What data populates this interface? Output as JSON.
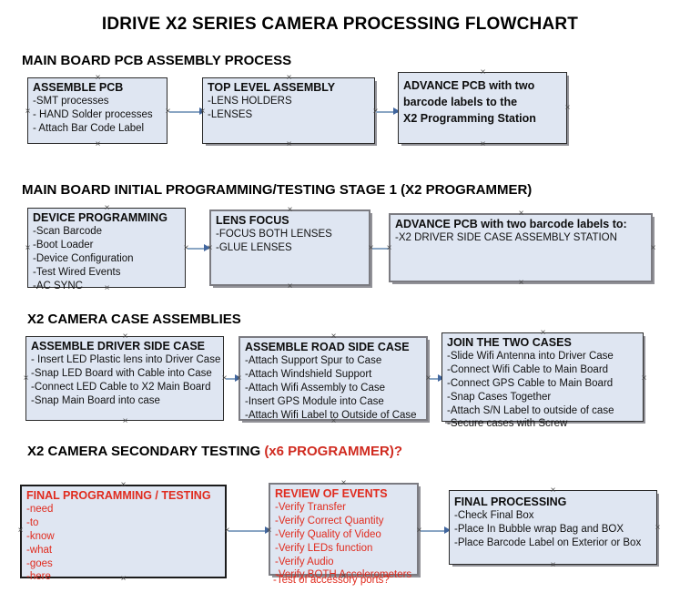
{
  "document": {
    "title": "IDRIVE X2  SERIES CAMERA PROCESSING FLOWCHART"
  },
  "sections": [
    {
      "id": "main-board-pcb-assembly",
      "heading": "MAIN BOARD PCB ASSEMBLY PROCESS",
      "heading_accent": "",
      "nodes": [
        {
          "id": "assemble-pcb",
          "title": "ASSEMBLE PCB",
          "lines": [
            "-SMT processes",
            "- HAND Solder processes",
            "- Attach Bar Code Label"
          ]
        },
        {
          "id": "top-level-assembly",
          "title": "TOP LEVEL ASSEMBLY",
          "lines": [
            "-LENS HOLDERS",
            "-LENSES"
          ]
        },
        {
          "id": "advance-pcb-programming-station",
          "title": "ADVANCE PCB with two\nbarcode labels to the\n X2 Programming Station",
          "lines": []
        }
      ]
    },
    {
      "id": "main-board-initial-programming",
      "heading": "MAIN BOARD INITIAL PROGRAMMING/TESTING STAGE 1 (X2 PROGRAMMER)",
      "heading_accent": "",
      "nodes": [
        {
          "id": "device-programming",
          "title": "DEVICE PROGRAMMING",
          "lines": [
            "-Scan Barcode",
            "-Boot Loader",
            "-Device Configuration",
            "-Test Wired Events",
            "-AC SYNC"
          ]
        },
        {
          "id": "lens-focus",
          "title": "LENS FOCUS",
          "lines": [
            "-FOCUS BOTH LENSES",
            "-GLUE LENSES"
          ]
        },
        {
          "id": "advance-pcb-driver-side",
          "title": "ADVANCE PCB with two barcode labels to:",
          "lines": [
            "-X2 DRIVER  SIDE  CASE  ASSEMBLY STATION"
          ]
        }
      ]
    },
    {
      "id": "x2-camera-case-assemblies",
      "heading": "X2 CAMERA CASE ASSEMBLIES",
      "heading_accent": "",
      "nodes": [
        {
          "id": "assemble-driver-side-case",
          "title": "ASSEMBLE DRIVER SIDE CASE",
          "lines": [
            "- Insert LED Plastic lens into Driver Case",
            "-Snap LED Board with Cable into Case",
            "-Connect LED Cable to X2 Main Board",
            "-Snap Main Board into case"
          ]
        },
        {
          "id": "assemble-road-side-case",
          "title": "ASSEMBLE ROAD SIDE CASE",
          "lines": [
            "-Attach Support Spur to Case",
            "-Attach Windshield Support",
            "-Attach Wifi Assembly to Case",
            "-Insert GPS Module into Case",
            "-Attach Wifi Label to Outside of Case"
          ]
        },
        {
          "id": "join-the-two-cases",
          "title": "JOIN THE TWO CASES",
          "lines": [
            "-Slide Wifi Antenna into Driver Case",
            "-Connect Wifi Cable to Main Board",
            "-Connect GPS Cable to Main Board",
            "-Snap Cases Together",
            "-Attach S/N Label to outside of case",
            "-Secure cases with Screw"
          ]
        }
      ]
    },
    {
      "id": "x2-camera-secondary-testing",
      "heading": "X2 CAMERA SECONDARY TESTING ",
      "heading_accent": "(x6 PROGRAMMER)?",
      "nodes": [
        {
          "id": "final-programming-testing",
          "title": "FINAL PROGRAMMING / TESTING",
          "lines": [
            "-need",
            "-to",
            "-know",
            "-what",
            "-goes",
            "-here"
          ]
        },
        {
          "id": "review-of-events",
          "title": "REVIEW OF EVENTS",
          "lines": [
            "-Verify Transfer",
            "-Verify Correct Quantity",
            "-Verify Quality of Video",
            "-Verify LEDs function",
            "-Verify Audio",
            "-Verify BOTH Accelerometers"
          ],
          "overflow_line": "-Test of accessory ports?"
        },
        {
          "id": "final-processing",
          "title": "FINAL PROCESSING",
          "lines": [
            " -Check Final Box",
            "-Place In Bubble wrap Bag and BOX",
            "-Place Barcode Label on Exterior or Box"
          ]
        }
      ]
    }
  ],
  "colors": {
    "node_fill": "#dfe6f2",
    "node_border": "#1b1b1b",
    "gray_border": "#7b7b81",
    "connector": "#8aa6c4",
    "arrowhead": "#41669e",
    "accent_red": "#e02b1e",
    "text": "#111111"
  }
}
